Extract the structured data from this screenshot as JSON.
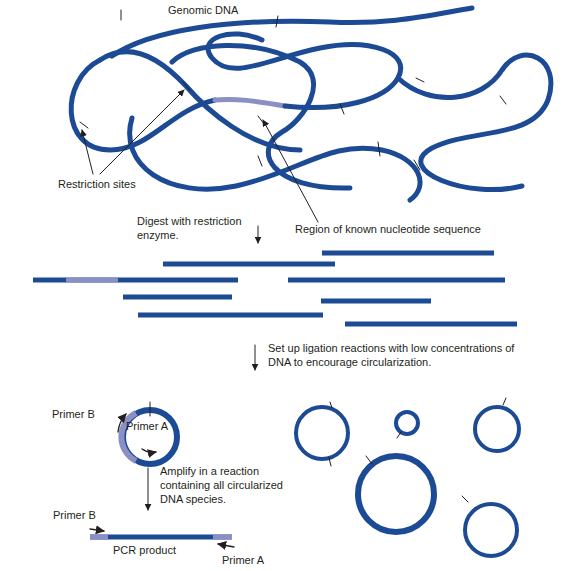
{
  "diagram": {
    "labels": [
      "Genomic DNA",
      "Restriction sites",
      "Digest with restriction enzyme.",
      "Region of known nucleotide sequence",
      "Set up ligation reactions with low concentrations of DNA to encourage circularization.",
      "Primer B",
      "Primer A",
      "Amplify in a reaction containing all circularized DNA species.",
      "Primer B",
      "PCR product",
      "Primer A"
    ]
  }
}
